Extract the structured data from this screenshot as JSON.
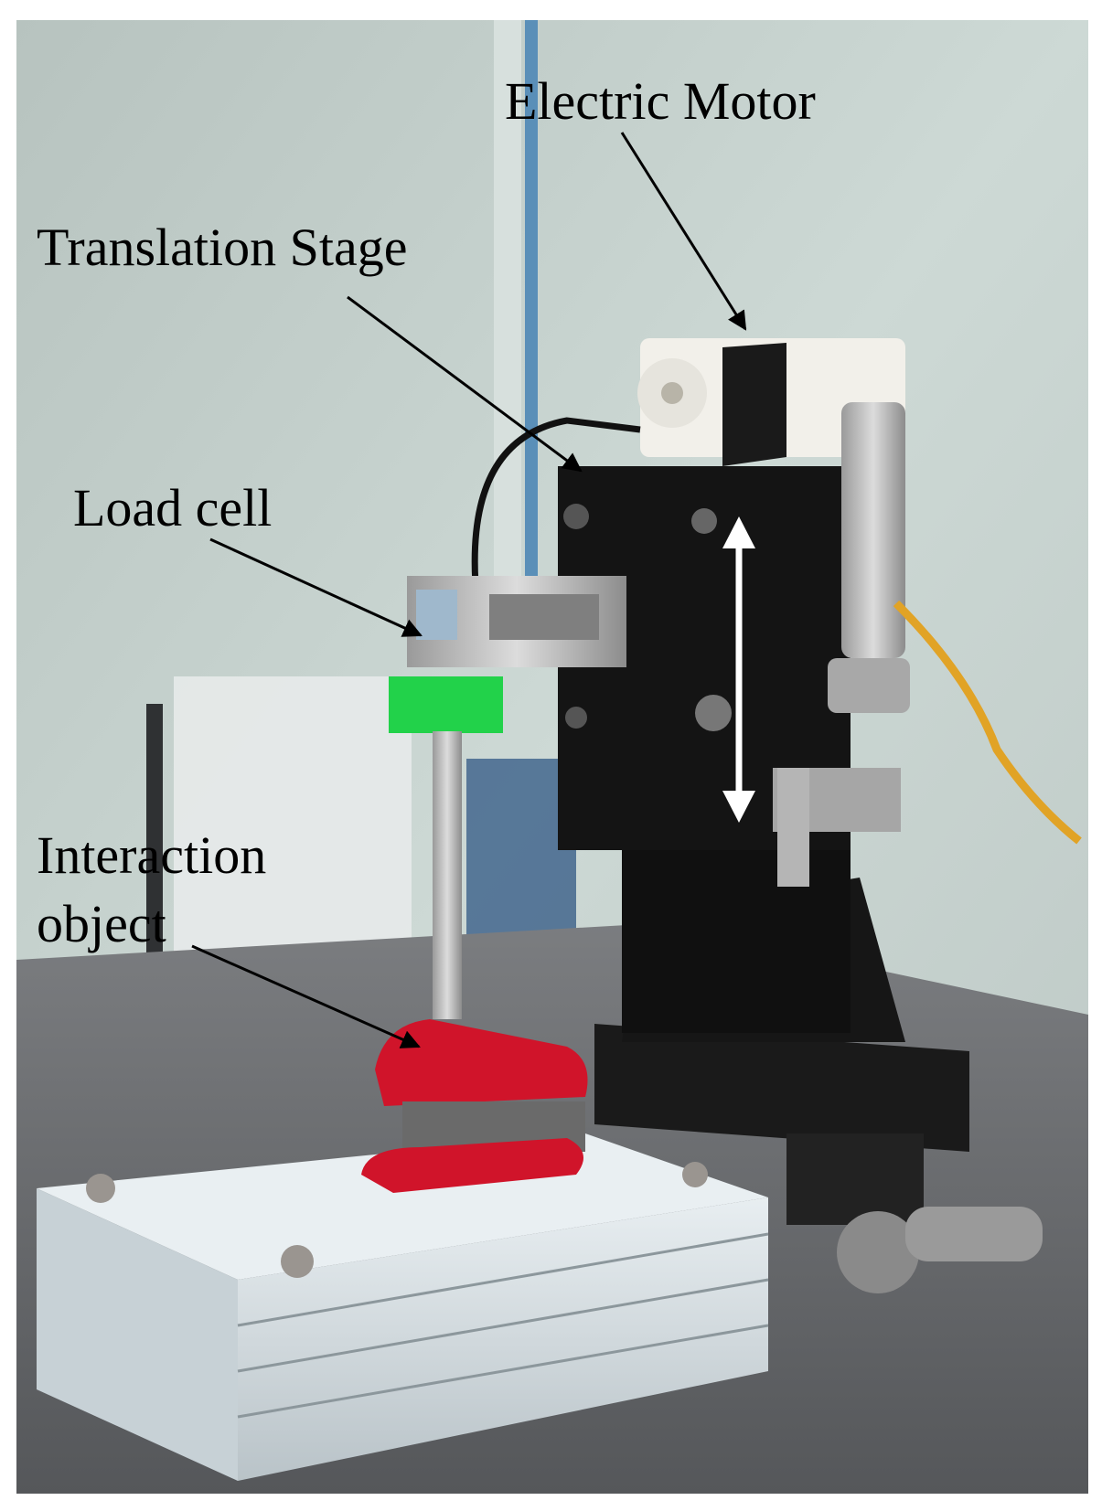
{
  "labels": {
    "electric_motor": "Electric Motor",
    "translation_stage": "Translation Stage",
    "load_cell": "Load cell",
    "interaction_object_line1": "Interaction",
    "interaction_object_line2": "object"
  },
  "colors": {
    "background_wall": "#c9d6d2",
    "stage_body": "#141414",
    "load_cell_metal": "#b9b9b9",
    "green_block": "#22d24a",
    "stapler_red": "#d0142a",
    "acrylic_plate": "#dfe6ea",
    "table_surface": "#6c6e72",
    "cable_yellow": "#e1a326",
    "label_text": "#000000",
    "double_arrow": "#ffffff"
  }
}
